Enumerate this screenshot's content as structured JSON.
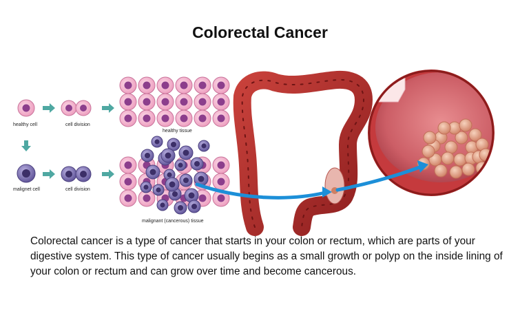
{
  "title": "Colorectal Cancer",
  "labels": {
    "healthy_cell": "healthy cell",
    "cell_division_1": "cell division",
    "healthy_tissue": "healthy tissue",
    "malignet_cell": "malignet cell",
    "cell_division_2": "cell division",
    "malignant_tissue": "malignant (cancerous) tissue"
  },
  "description": "Colorectal cancer is a type of cancer that starts in your colon or rectum, which are parts of your digestive system. This type of cancer usually begins as a small growth or polyp on the inside lining of your colon or rectum and can grow over time and become cancerous.",
  "colors": {
    "healthy_cell": "#f2a9c6",
    "healthy_nucleus": "#8c3e8c",
    "malignant_cell": "#7d71b5",
    "malignant_nucleus": "#3c2f68",
    "arrow_small": "#4fa8a2",
    "arrow_big": "#1c8fd8",
    "colon": "#b02c29",
    "polyp": "#e3a084"
  },
  "icons": [
    "arrow-right-icon",
    "arrow-down-icon",
    "curved-arrow-icon"
  ]
}
